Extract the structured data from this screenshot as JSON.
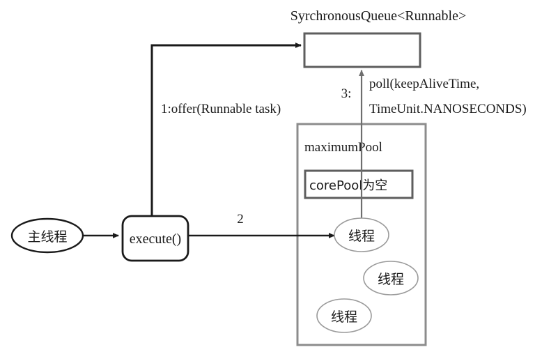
{
  "diagram": {
    "title": "SyrchronousQueue<Runnable>",
    "colors": {
      "stroke_dark": "#1a1a1a",
      "stroke_gray": "#808080",
      "stroke_light_gray": "#9a9a9a",
      "text": "#1a1a1a",
      "background": "#ffffff"
    },
    "queue": {
      "label": "SyrchronousQueue<Runnable>",
      "content": ""
    },
    "pool": {
      "label": "maximumPool",
      "core_label": "corePool为空"
    },
    "nodes": {
      "main_thread": "主线程",
      "execute": "execute()",
      "thread_1": "线程",
      "thread_2": "线程",
      "thread_3": "线程"
    },
    "edges": {
      "offer": "1:offer(Runnable task)",
      "dispatch": "2",
      "poll_index": "3:",
      "poll_line1": "poll(keepAliveTime,",
      "poll_line2": "TimeUnit.NANOSECONDS)"
    }
  }
}
